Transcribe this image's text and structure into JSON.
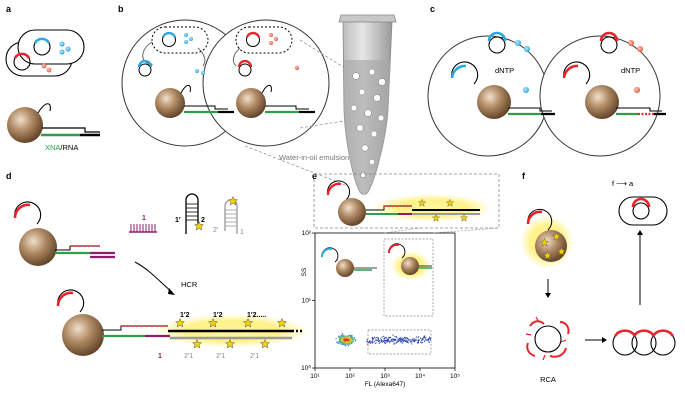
{
  "panels": {
    "a": {
      "label": "a",
      "primer_label_xna": "XNA",
      "primer_label_sep": "/",
      "primer_label_rna": "RNA"
    },
    "b": {
      "label": "b",
      "emulsion_label": "Water-in-oil emulsion"
    },
    "c": {
      "label": "c",
      "dntp_left": "dNTP",
      "dntp_right": "dNTP"
    },
    "d": {
      "label": "d",
      "hcr_label": "HCR",
      "hairpin_labels": [
        "1",
        "1′",
        "2",
        "2′",
        "1"
      ],
      "product_top": [
        "1′2",
        "1′2",
        "1′2....."
      ],
      "product_bottom": [
        "1",
        "2′1",
        "2′1",
        "2′1"
      ]
    },
    "e": {
      "label": "e"
    },
    "f": {
      "label": "f",
      "arrow_label": "f ⟶ a",
      "rca_label": "RCA"
    }
  },
  "colors": {
    "bead": "#8a6a4a",
    "primer_green": "#2e9e4a",
    "template_red": "#e8242a",
    "template_blue": "#29a9e0",
    "dye_blue": "#3fb3ea",
    "dye_red": "#e8553c",
    "purple": "#8b1e6b",
    "glow": "#fff27a",
    "star": "#f4d200"
  },
  "chart_data": {
    "type": "scatter",
    "title": "",
    "xlabel": "FL (Alexa647)",
    "ylabel": "SS",
    "xscale": "log",
    "yscale": "log",
    "xlim": [
      10,
      100000
    ],
    "ylim": [
      1,
      100
    ],
    "x_ticks": [
      "10¹",
      "10²",
      "10³",
      "10⁴",
      "10⁵"
    ],
    "y_ticks": [
      "10⁰",
      "10¹",
      "10²"
    ],
    "clusters": [
      {
        "name": "",
        "x_center": 80,
        "y_center": 2.6,
        "note": "dense population"
      },
      {
        "name": "",
        "x_range": [
          300,
          20000
        ],
        "y_center": 2.6,
        "note": "spread tail"
      }
    ],
    "gates": [
      {
        "x_range": [
          300,
          20000
        ],
        "y_range": [
          2,
          3.5
        ]
      },
      {
        "x_range": [
          600,
          20000
        ],
        "y_range": [
          6,
          60
        ]
      }
    ]
  }
}
